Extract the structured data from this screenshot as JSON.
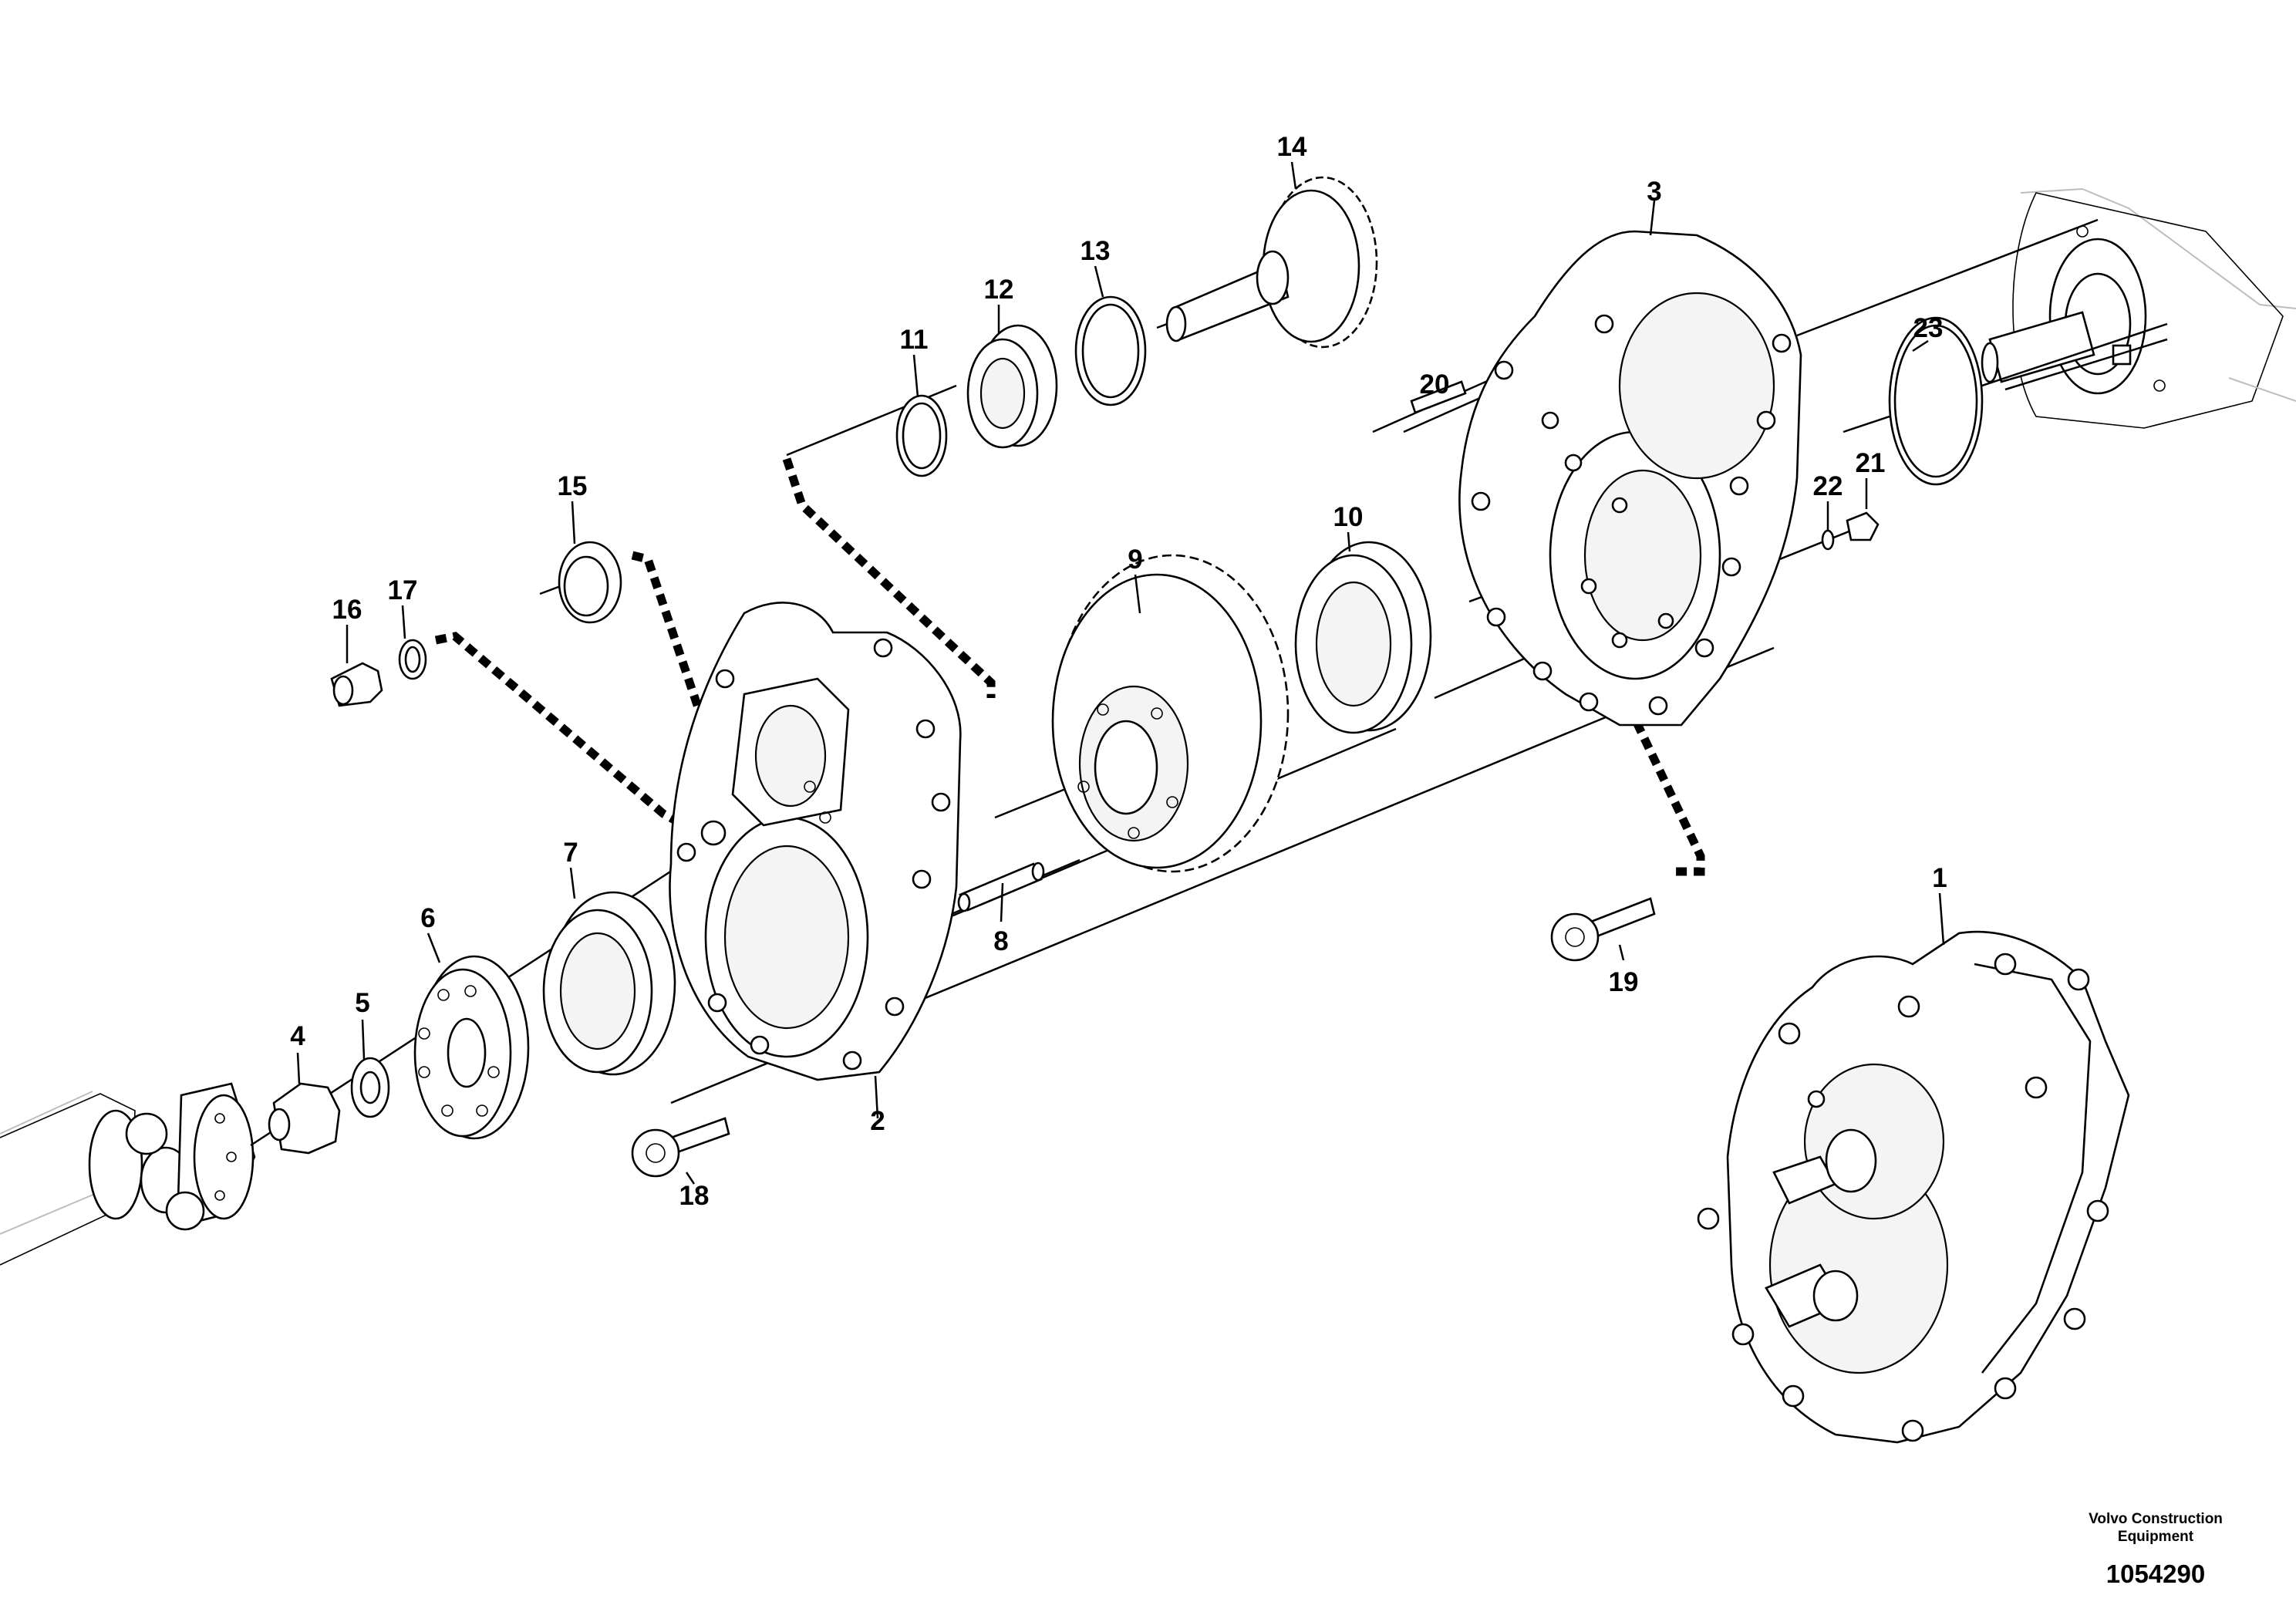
{
  "parts": [
    {
      "id": "1",
      "label": "1"
    },
    {
      "id": "2",
      "label": "2"
    },
    {
      "id": "3",
      "label": "3"
    },
    {
      "id": "4",
      "label": "4"
    },
    {
      "id": "5",
      "label": "5"
    },
    {
      "id": "6",
      "label": "6"
    },
    {
      "id": "7",
      "label": "7"
    },
    {
      "id": "8",
      "label": "8"
    },
    {
      "id": "9",
      "label": "9"
    },
    {
      "id": "10",
      "label": "10"
    },
    {
      "id": "11",
      "label": "11"
    },
    {
      "id": "12",
      "label": "12"
    },
    {
      "id": "13",
      "label": "13"
    },
    {
      "id": "14",
      "label": "14"
    },
    {
      "id": "15",
      "label": "15"
    },
    {
      "id": "16",
      "label": "16"
    },
    {
      "id": "17",
      "label": "17"
    },
    {
      "id": "18",
      "label": "18"
    },
    {
      "id": "19",
      "label": "19"
    },
    {
      "id": "20",
      "label": "20"
    },
    {
      "id": "21",
      "label": "21"
    },
    {
      "id": "22",
      "label": "22"
    },
    {
      "id": "23",
      "label": "23"
    }
  ],
  "credit": {
    "line1": "Volvo Construction",
    "line2": "Equipment"
  },
  "reference_number": "1054290"
}
